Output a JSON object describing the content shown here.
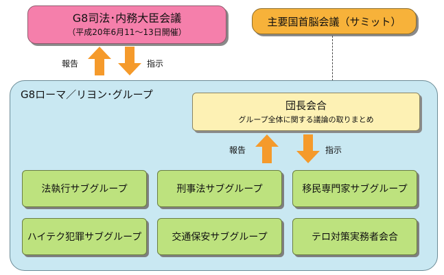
{
  "top_left": {
    "title": "G8司法･内務大臣会議",
    "subtitle": "（平成20年6月11～13日開催）"
  },
  "top_right": {
    "title": "主要国首脳会議（サミット）"
  },
  "labels": {
    "report": "報告",
    "instruct": "指示"
  },
  "container": {
    "title": "G8ローマ／リヨン･グループ"
  },
  "head_meeting": {
    "title": "団長会合",
    "subtitle": "グループ全体に関する議論の取りまとめ"
  },
  "groups": [
    "法執行サブグループ",
    "刑事法サブグループ",
    "移民専門家サブグループ",
    "ハイテク犯罪サブグループ",
    "交通保安サブグループ",
    "テロ対策実務者会合"
  ],
  "colors": {
    "pink": "#f57fab",
    "orange": "#f7b23a",
    "light_blue": "#c9e8f2",
    "light_yellow": "#fdf1b4",
    "green": "#bde27e",
    "arrow": "#f59a2b"
  }
}
